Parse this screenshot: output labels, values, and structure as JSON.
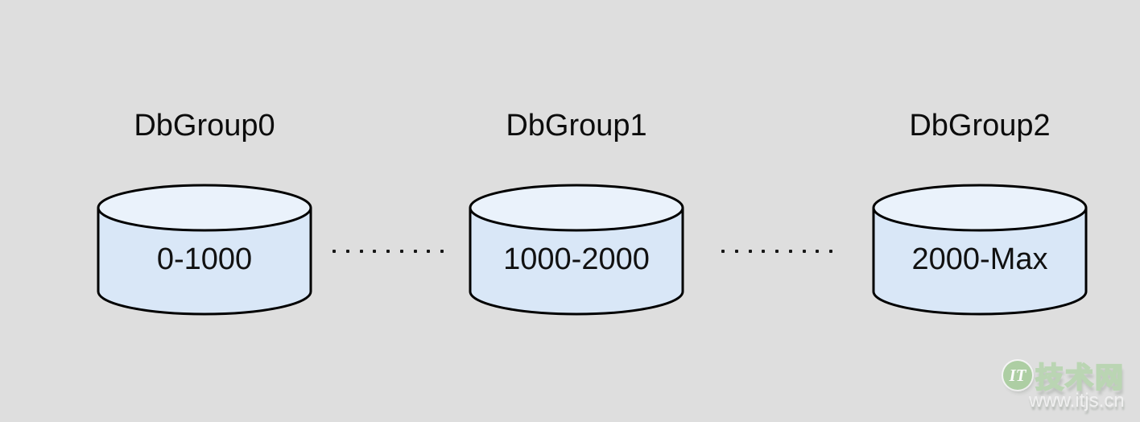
{
  "background": "#dedede",
  "diagram": {
    "description": "Database horizontal sharding across three db groups",
    "groups": [
      {
        "title": "DbGroup0",
        "range": "0-1000"
      },
      {
        "title": "DbGroup1",
        "range": "1000-2000"
      },
      {
        "title": "DbGroup2",
        "range": "2000-Max"
      }
    ],
    "connector_style": "dotted",
    "connector_dot_count": 9
  },
  "cylinder_colors": {
    "body_fill": "#d9e7f7",
    "top_fill": "#eaf2fb",
    "stroke": "#000000"
  },
  "watermark": {
    "logo_text": "IT",
    "logo_color": "#a9cd9e",
    "site_name": "技术网",
    "site_url": "www.itjs.cn"
  }
}
